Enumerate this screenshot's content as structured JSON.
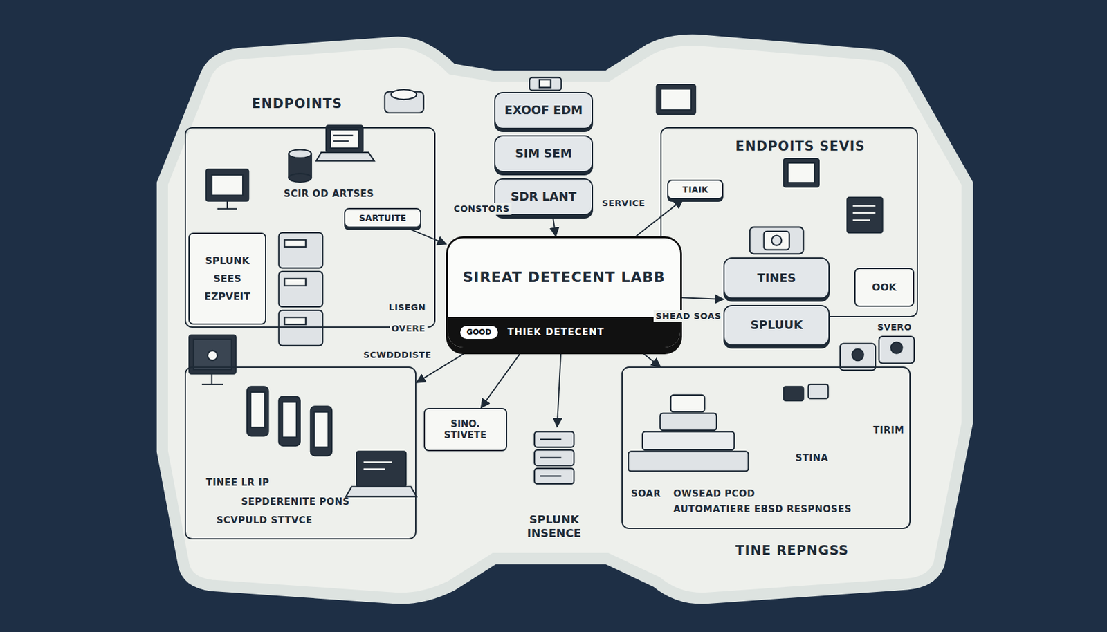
{
  "diagram": {
    "nodes": [
      {
        "text": [
          "ENDPOINTS",
          "SCIR OD ARTSES"
        ]
      },
      {
        "text": [
          "SPLUNK",
          "SEES",
          "EZPVEIT"
        ],
        "in": 0
      },
      {
        "text": [
          "SARTUITE"
        ],
        "in": 0
      },
      {
        "text": [
          "EXOOF EDM",
          "SIM SEM",
          "SDR LANT"
        ]
      },
      {
        "text": [
          "ENDPOITS SEVIS"
        ]
      },
      {
        "text": [
          "TIAIK"
        ],
        "in": 4
      },
      {
        "text": [
          "OOK"
        ],
        "in": 4
      },
      {
        "text": [
          "SIREAT DETECENT LABB",
          "THIEK DETECENT",
          "GOOD"
        ]
      },
      {
        "text": [
          "TINES",
          "SPLUUK"
        ]
      },
      {
        "text": [
          "TINEE LR IP",
          "SEPDERENITE PONS",
          "SCVPULD STTVCE"
        ]
      },
      {
        "text": [
          "SINO. STIVETE"
        ]
      },
      {
        "text": [
          "SPLUNK INSENCE"
        ]
      },
      {
        "text": [
          "SOAR",
          "OWSEAD PCOD",
          "AUTOMATIERE EBSD RESPNOSES",
          "STINA",
          "TIRIM",
          "TINE REPNGSS"
        ]
      }
    ],
    "edges": [
      {
        "from": 2,
        "to": 7,
        "arrow": "to"
      },
      {
        "from": 3,
        "to": 7,
        "arrow": "to"
      },
      {
        "from": 7,
        "to": 5,
        "arrow": "to"
      },
      {
        "from": 7,
        "to": 8,
        "arrow": "to"
      },
      {
        "from": 7,
        "to": 9,
        "arrow": "to"
      },
      {
        "from": 7,
        "to": 10,
        "arrow": "to"
      },
      {
        "from": 7,
        "to": 11,
        "arrow": "to"
      },
      {
        "from": 7,
        "to": 12,
        "arrow": "to"
      }
    ],
    "labels": [
      "CONSTORS",
      "SERVICE",
      "LISEGN",
      "OVERE",
      "SCWDDDISTE",
      "SHEAD SOAS",
      "SVERO"
    ]
  }
}
